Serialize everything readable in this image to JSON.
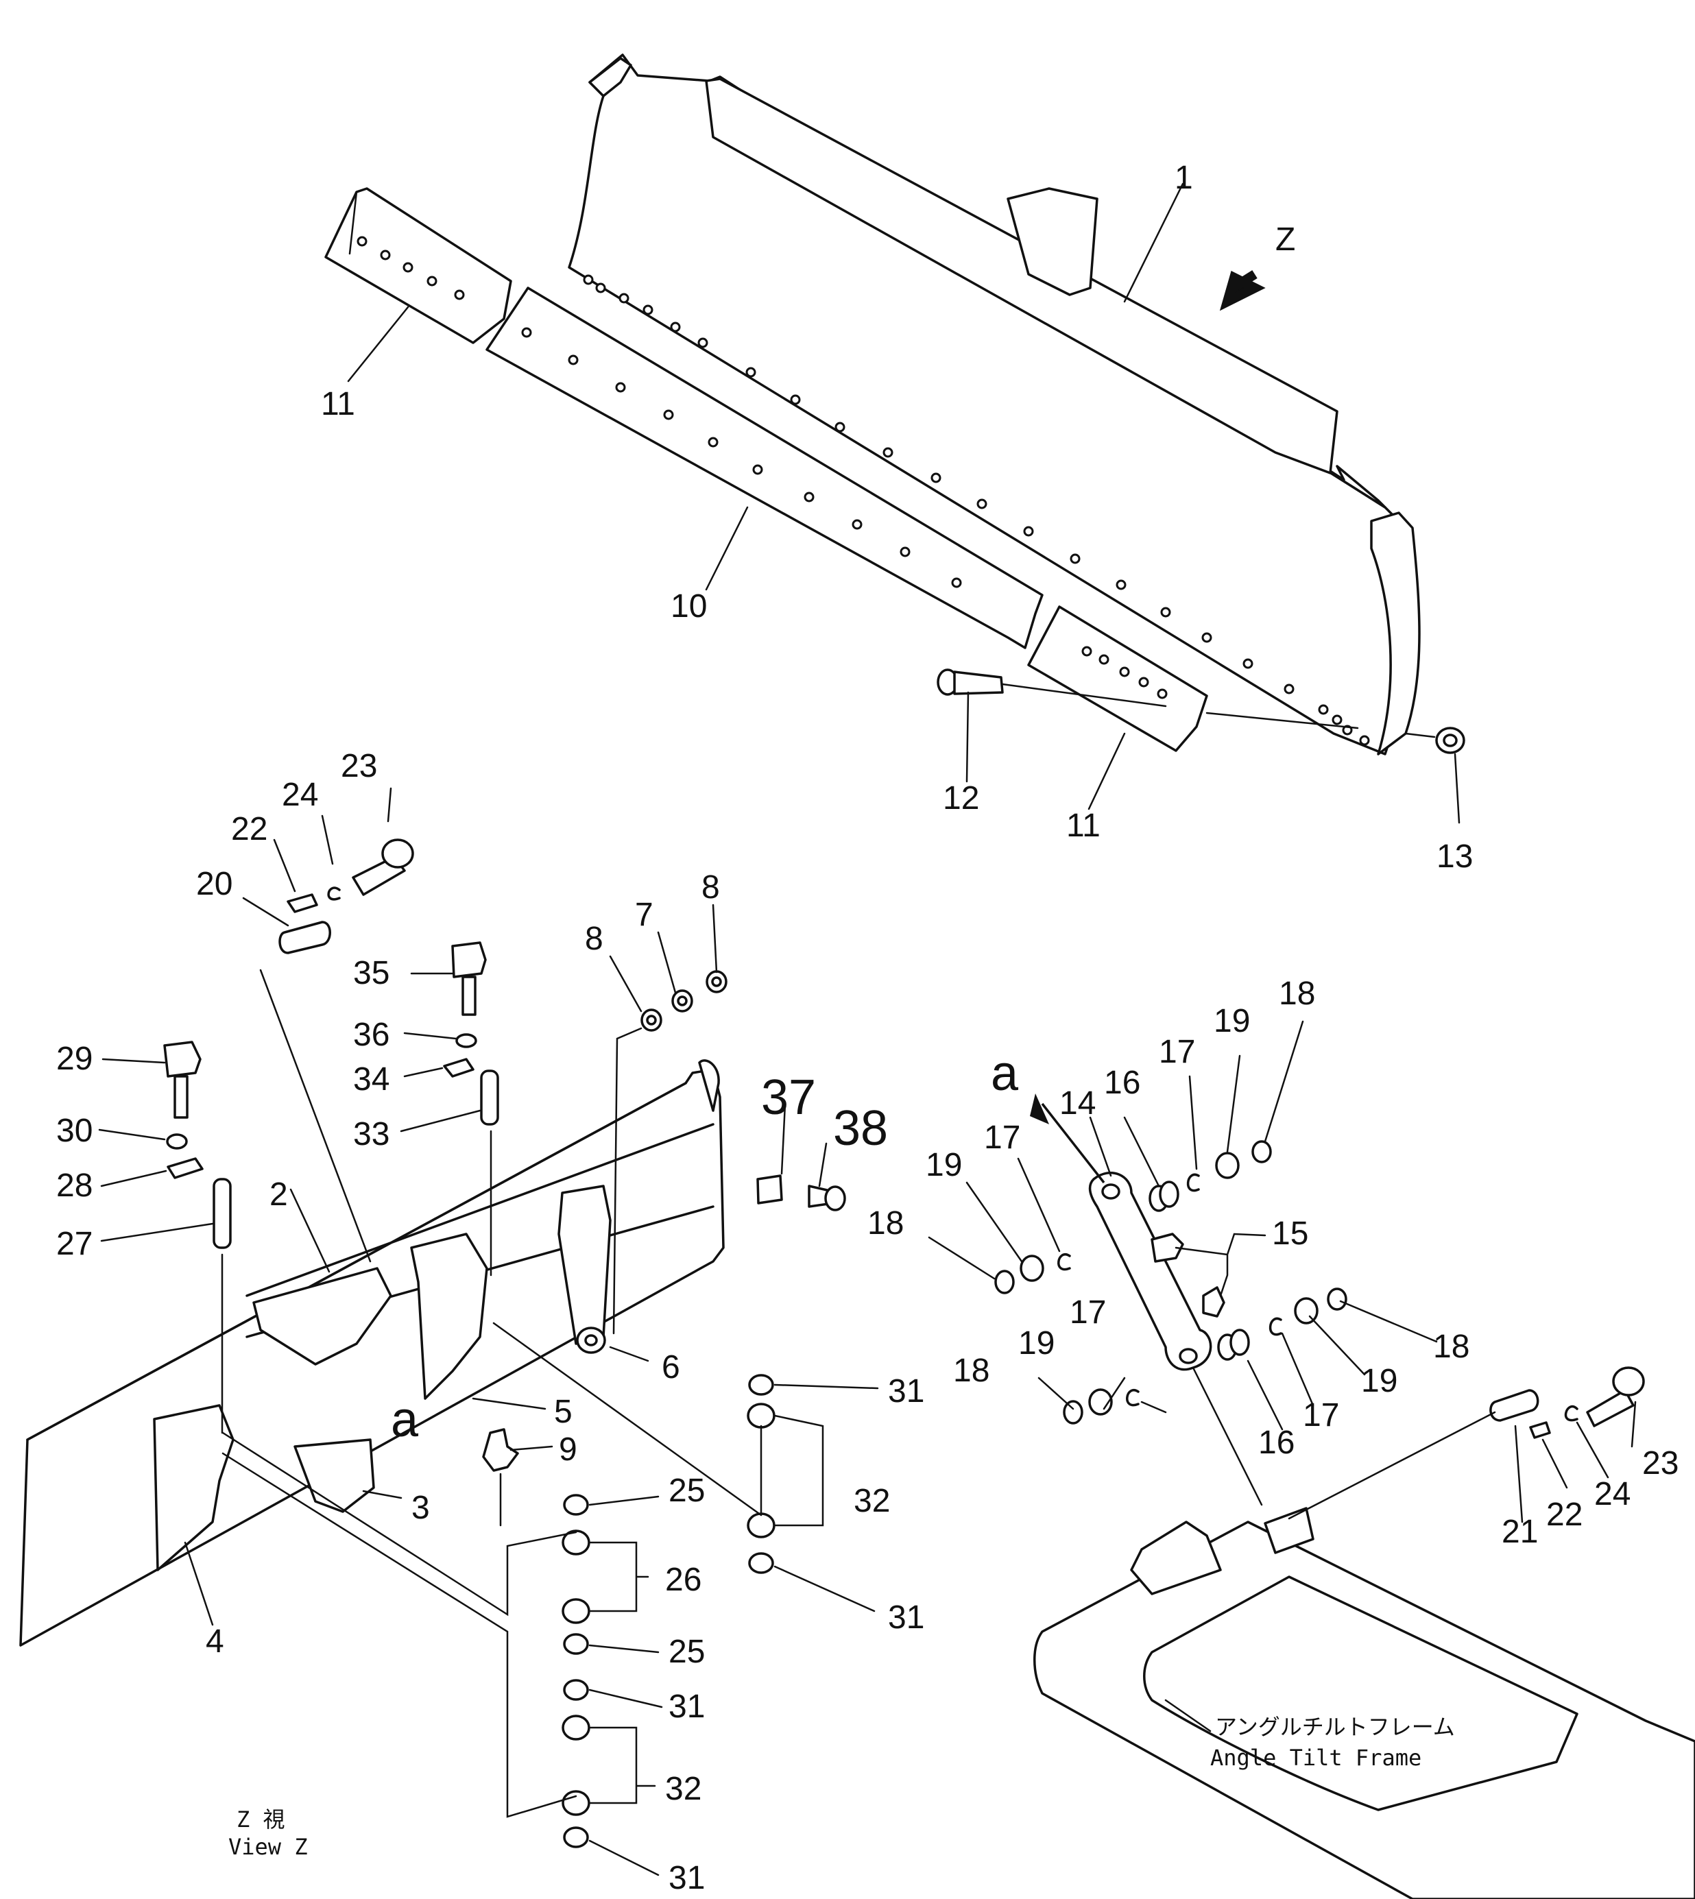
{
  "diagram": {
    "type": "exploded parts diagram",
    "view_marker": "Z",
    "detail_marker": "a",
    "frame_label_jp": "アングルチルトフレーム",
    "frame_label_en": "Angle Tilt Frame",
    "view_caption_jp": "Z 視",
    "view_caption_en": "View Z",
    "callouts": [
      {
        "id": "c1",
        "text": "1"
      },
      {
        "id": "c11a",
        "text": "11"
      },
      {
        "id": "c10",
        "text": "10"
      },
      {
        "id": "c12",
        "text": "12"
      },
      {
        "id": "c11b",
        "text": "11"
      },
      {
        "id": "c13",
        "text": "13"
      },
      {
        "id": "c23a",
        "text": "23"
      },
      {
        "id": "c24a",
        "text": "24"
      },
      {
        "id": "c22a",
        "text": "22"
      },
      {
        "id": "c20",
        "text": "20"
      },
      {
        "id": "c35",
        "text": "35"
      },
      {
        "id": "c36",
        "text": "36"
      },
      {
        "id": "c34",
        "text": "34"
      },
      {
        "id": "c33",
        "text": "33"
      },
      {
        "id": "c29",
        "text": "29"
      },
      {
        "id": "c30",
        "text": "30"
      },
      {
        "id": "c28",
        "text": "28"
      },
      {
        "id": "c27",
        "text": "27"
      },
      {
        "id": "c2",
        "text": "2"
      },
      {
        "id": "c8a",
        "text": "8"
      },
      {
        "id": "c7",
        "text": "7"
      },
      {
        "id": "c8b",
        "text": "8"
      },
      {
        "id": "c37",
        "text": "37"
      },
      {
        "id": "c38",
        "text": "38"
      },
      {
        "id": "c6",
        "text": "6"
      },
      {
        "id": "c5",
        "text": "5"
      },
      {
        "id": "c9",
        "text": "9"
      },
      {
        "id": "c3",
        "text": "3"
      },
      {
        "id": "c4",
        "text": "4"
      },
      {
        "id": "c31a",
        "text": "31"
      },
      {
        "id": "c32a",
        "text": "32"
      },
      {
        "id": "c31b",
        "text": "31"
      },
      {
        "id": "c25a",
        "text": "25"
      },
      {
        "id": "c26",
        "text": "26"
      },
      {
        "id": "c25b",
        "text": "25"
      },
      {
        "id": "c31c",
        "text": "31"
      },
      {
        "id": "c32b",
        "text": "32"
      },
      {
        "id": "c31d",
        "text": "31"
      },
      {
        "id": "c18a",
        "text": "18"
      },
      {
        "id": "c19a",
        "text": "19"
      },
      {
        "id": "c17a",
        "text": "17"
      },
      {
        "id": "c16a",
        "text": "16"
      },
      {
        "id": "c14",
        "text": "14"
      },
      {
        "id": "c17b",
        "text": "17"
      },
      {
        "id": "c19b",
        "text": "19"
      },
      {
        "id": "c18b",
        "text": "18"
      },
      {
        "id": "c15",
        "text": "15"
      },
      {
        "id": "c18c",
        "text": "18"
      },
      {
        "id": "c19c",
        "text": "19"
      },
      {
        "id": "c17c",
        "text": "17"
      },
      {
        "id": "c16b",
        "text": "16"
      },
      {
        "id": "c17d",
        "text": "17"
      },
      {
        "id": "c19d",
        "text": "19"
      },
      {
        "id": "c18d",
        "text": "18"
      },
      {
        "id": "c21",
        "text": "21"
      },
      {
        "id": "c22b",
        "text": "22"
      },
      {
        "id": "c24b",
        "text": "24"
      },
      {
        "id": "c23b",
        "text": "23"
      }
    ]
  }
}
